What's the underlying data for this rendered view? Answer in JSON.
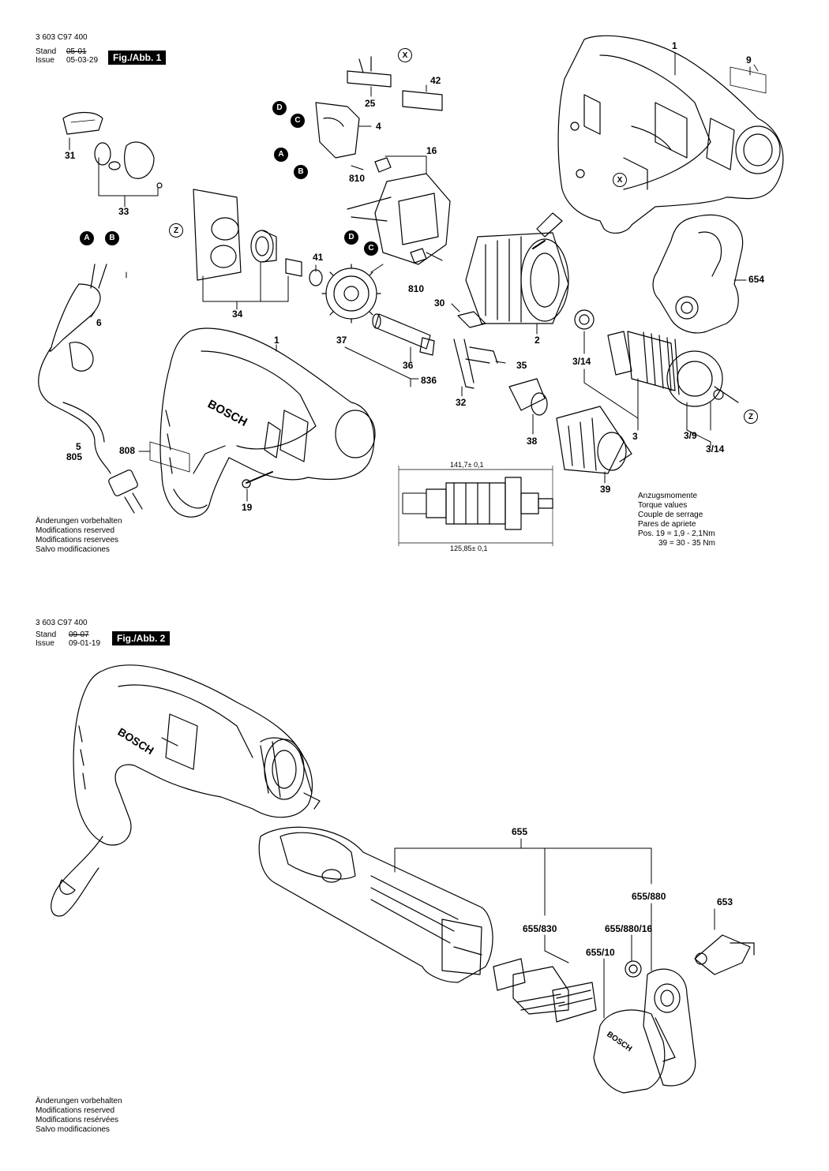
{
  "fig1": {
    "doc_no": "3 603 C97 400",
    "stand_label": "Stand",
    "stand_value": "05-01",
    "issue_label": "Issue",
    "issue_value": "05-03-29",
    "title": "Fig./Abb. 1",
    "modifications": [
      "Änderungen vorbehalten",
      "Modifications reserved",
      "Modifications reservees",
      "Salvo modificaciones"
    ],
    "torque": {
      "lines": [
        "Anzugsmomente",
        "Torque values",
        "Couple de serrage",
        "Pares de apriete"
      ],
      "row1": "Pos. 19  =  1,9  -  2,1Nm",
      "row2": "39  =  30  -  35 Nm"
    },
    "dims": {
      "top": "141,7± 0,1",
      "bottom": "125,85± 0,1"
    },
    "parts": [
      "1",
      "9",
      "25",
      "42",
      "4",
      "16",
      "810",
      "31",
      "33",
      "41",
      "34",
      "6",
      "5",
      "805",
      "808",
      "19",
      "37",
      "36",
      "836",
      "30",
      "35",
      "32",
      "810",
      "2",
      "3/14",
      "3",
      "3/9",
      "3/14",
      "38",
      "39",
      "654",
      "1"
    ]
  },
  "fig2": {
    "doc_no": "3 603 C97 400",
    "stand_label": "Stand",
    "stand_value": "09-07",
    "issue_label": "Issue",
    "issue_value": "09-01-19",
    "title": "Fig./Abb. 2",
    "modifications": [
      "Änderungen vorbehalten",
      "Modifications reserved",
      "Modifications resérvées",
      "Salvo modificaciones"
    ],
    "parts": [
      "655",
      "655/880",
      "653",
      "655/830",
      "655/880/16",
      "655/10"
    ]
  },
  "refs": {
    "A": "A",
    "B": "B",
    "C": "C",
    "D": "D",
    "X": "X",
    "Z": "Z"
  },
  "brand": "BOSCH"
}
